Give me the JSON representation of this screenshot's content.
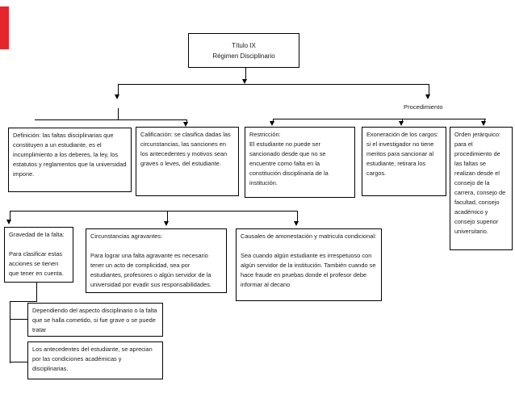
{
  "diagram": {
    "accent_color": "#e5262d",
    "accent_style": "background:#e5262d",
    "title": {
      "line1": "Título IX",
      "line2": "Régimen Disciplinario"
    },
    "procedimiento_label": "Procedimiento",
    "row1": {
      "definicion": "Definición: las faltas disciplinarias que constituyen a un estudiante, es el incumplimiento a los deberes, la ley, los estatutos y reglamentos que la universidad impone.",
      "calificacion": "Calificación: se clasifica dadas las circunstancias, las sanciones en los antecedentes y motivos sean graves o leves, del estudiante.",
      "restriccion": "Restricción:\nEl estudiante no puede ser sancionado desde que no se encuentre como falta en la constitución disciplinaria de la institución.",
      "exoneracion": "Exoneración de los cargos:\nsi el investigador no tiene meritos para sancionar al estudiante, retirara los cargos.",
      "orden": "Orden jerárquico: para el procedimiento de las faltas se realizan desde el consejo de la carrera, consejo de facultad, consejo académico y consejo superior universitario."
    },
    "row2": {
      "gravedad": "Gravedad de la falta:\n\nPara clasificar estas acciones se tienen que tener en cuenta.",
      "circunstancias": "Circunstancias agravantes:\n\nPara lograr una falta agravante es necesario tener un acto de complicidad, sea por estudiantes, profesores o algún servidor de la universidad por evadir sus responsabilidades.",
      "causales": "Causales de amonestación y matricula condicional:\n\nSea cuando algún estudiante es irrespetuoso con algún servidor de la institución. También cuando se hace fraude en pruebas donde el profesor debe informar al decano"
    },
    "bottom": {
      "dependiendo": "Dependiendo del aspecto disciplinario o la falta que se halla cometido, si fue grave o se puede tratar",
      "antecedentes": "Los antecedentes del estudiante, se aprecian por las condiciones académicas y disciplinarias."
    }
  }
}
